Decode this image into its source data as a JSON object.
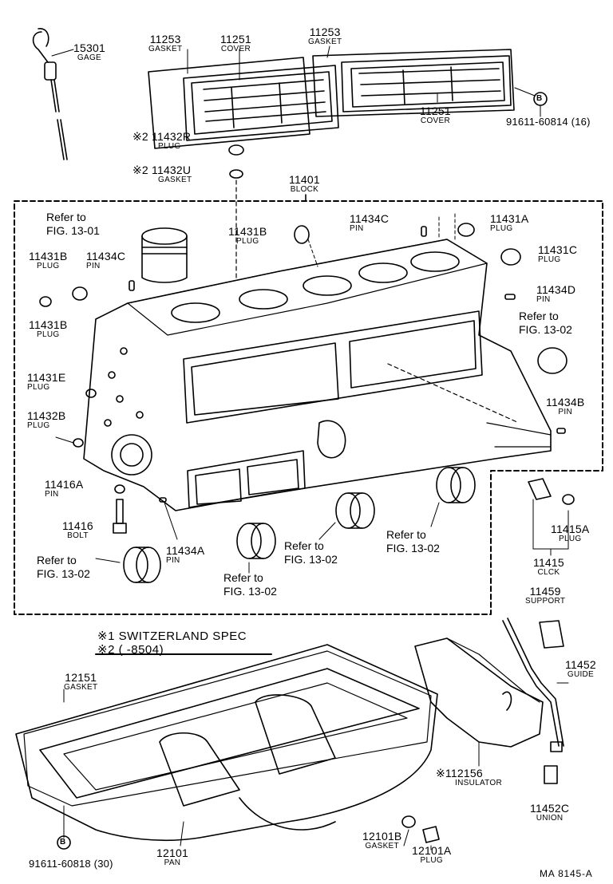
{
  "parts": {
    "p15301": {
      "pn": "15301",
      "name": "GAGE"
    },
    "p11253a": {
      "pn": "11253",
      "name": "GASKET"
    },
    "p11251a": {
      "pn": "11251",
      "name": "COVER"
    },
    "p11253b": {
      "pn": "11253",
      "name": "GASKET"
    },
    "p11251b": {
      "pn": "11251",
      "name": "COVER"
    },
    "p91611a": {
      "pn": "91611-60814 (16)",
      "mark": "B"
    },
    "p11432r": {
      "sym": "※2",
      "pn": "11432R",
      "name": "PLUG"
    },
    "p11432u": {
      "sym": "※2",
      "pn": "11432U",
      "name": "GASKET"
    },
    "p11401": {
      "pn": "11401",
      "name": "BLOCK"
    },
    "p11431b_top": {
      "pn": "11431B",
      "name": "PLUG"
    },
    "p11434c_top": {
      "pn": "11434C",
      "name": "PIN"
    },
    "p11431a": {
      "pn": "11431A",
      "name": "PLUG"
    },
    "p11431b_l": {
      "pn": "11431B",
      "name": "PLUG"
    },
    "p11434c_l": {
      "pn": "11434C",
      "name": "PIN"
    },
    "p11431c": {
      "pn": "11431C",
      "name": "PLUG"
    },
    "p11434d": {
      "pn": "11434D",
      "name": "PIN"
    },
    "p11431b_l2": {
      "pn": "11431B",
      "name": "PLUG"
    },
    "p11431e": {
      "pn": "11431E",
      "name": "PLUG"
    },
    "p11434b": {
      "pn": "11434B",
      "name": "PIN"
    },
    "p11432b": {
      "pn": "11432B",
      "name": "PLUG"
    },
    "p11416a": {
      "pn": "11416A",
      "name": "PIN"
    },
    "p11416": {
      "pn": "11416",
      "name": "BOLT"
    },
    "p11434a": {
      "pn": "11434A",
      "name": "PIN"
    },
    "p11415a": {
      "pn": "11415A",
      "name": "PLUG"
    },
    "p11415": {
      "pn": "11415",
      "name": "CLCK"
    },
    "p11459": {
      "pn": "11459",
      "name": "SUPPORT"
    },
    "p11452": {
      "pn": "11452",
      "name": "GUIDE"
    },
    "p12151": {
      "pn": "12151",
      "name": "GASKET"
    },
    "p12156": {
      "sym": "※1",
      "pn": "12156",
      "name": "INSULATOR"
    },
    "p11452c": {
      "pn": "11452C",
      "name": "UNION"
    },
    "p12101b": {
      "pn": "12101B",
      "name": "GASKET"
    },
    "p12101a": {
      "pn": "12101A",
      "name": "PLUG"
    },
    "p12101": {
      "pn": "12101",
      "name": "PAN"
    },
    "p91611b": {
      "pn": "91611-60818 (30)",
      "mark": "B"
    }
  },
  "refs": {
    "fig1301": [
      "Refer to",
      "FIG. 13-01"
    ],
    "fig1302_r": [
      "Refer to",
      "FIG. 13-02"
    ],
    "fig1302_bl": [
      "Refer to",
      "FIG. 13-02"
    ],
    "fig1302_bc": [
      "Refer to",
      "FIG. 13-02"
    ],
    "fig1302_bm": [
      "Refer to",
      "FIG. 13-02"
    ],
    "fig1302_br": [
      "Refer to",
      "FIG. 13-02"
    ]
  },
  "notes": {
    "n1": "※1 SWITZERLAND SPEC",
    "n2": "※2 (        -8504)"
  },
  "footer": "MA  8145-A"
}
